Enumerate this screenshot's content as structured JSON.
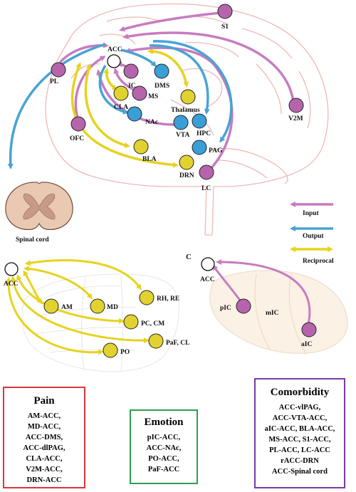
{
  "colors": {
    "input": "#c77cc0",
    "output": "#4aa3d4",
    "reciprocal": "#e6d31e",
    "node_purple": "#b665ad",
    "node_blue": "#3a9fd6",
    "node_yellow": "#e2d230",
    "brain_outline": "#f2b7b7",
    "pain": "#d9363e",
    "emotion": "#2e9e4f",
    "comorbidity": "#7a3aa6"
  },
  "panel_a": {
    "acc": "ACC",
    "s1": "S1",
    "pl": "PL",
    "ic": "IC",
    "dms": "DMS",
    "ms": "MS",
    "cla": "CLA",
    "thalamus": "Thalamus",
    "nac": "NAc",
    "vta": "VTA",
    "hpc": "HPC",
    "ofc": "OFC",
    "v2m": "V2M",
    "bla": "BLA",
    "pag": "PAG",
    "drn": "DRN",
    "lc": "LC",
    "spinal_cord": "Spinal cord"
  },
  "legend": {
    "input": "Input",
    "output": "Output",
    "reciprocal": "Reciprocal"
  },
  "panel_b": {
    "acc": "ACC",
    "am": "AM",
    "md": "MD",
    "rh_re": "RH, RE",
    "pc_cm": "PC, CM",
    "paf_cl": "PaF, CL",
    "po": "PO"
  },
  "panel_c": {
    "letter": "C",
    "acc": "ACC",
    "pic": "pIC",
    "mic": "mIC",
    "aic": "aIC"
  },
  "pain": {
    "title": "Pain",
    "items": [
      "AM-ACC,",
      "MD-ACC,",
      "ACC-DMS,",
      "ACC-dlPAG,",
      "CLA-ACC,",
      "V2M-ACC,",
      "DRN-ACC"
    ]
  },
  "emotion": {
    "title": "Emotion",
    "items": [
      "pIC-ACC,",
      "ACC-NAc,",
      "PO-ACC,",
      "PaF-ACC"
    ]
  },
  "comorbidity": {
    "title": "Comorbidity",
    "items": [
      "ACC-vlPAG,",
      "ACC-VTA-ACC,",
      "aIC-ACC, BLA-ACC,",
      "MS-ACC, S1-ACC,",
      "PL-ACC,  LC-ACC",
      "rACC-DRN",
      "ACC-Spinal cord"
    ]
  }
}
